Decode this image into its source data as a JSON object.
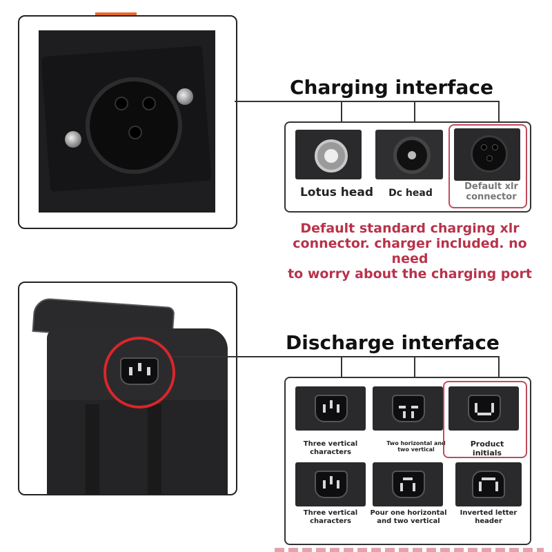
{
  "charging": {
    "heading": "Charging interface",
    "options": [
      {
        "label": "Lotus head"
      },
      {
        "label": "Dc head"
      },
      {
        "label": "Default xlr connector",
        "selected": true
      }
    ],
    "note_lines": [
      "Default standard charging xlr",
      "connector. charger included. no need",
      "to worry about the charging port"
    ]
  },
  "discharge": {
    "heading": "Discharge interface",
    "options": [
      {
        "label": "Three vertical characters"
      },
      {
        "label": "Two horizontal and two vertical"
      },
      {
        "label": "Product initials",
        "selected": true
      },
      {
        "label": "Three vertical characters"
      },
      {
        "label": "Pour one horizontal and two vertical"
      },
      {
        "label": "Inverted letter header"
      }
    ]
  },
  "colors": {
    "accent_red": "#b8324a",
    "highlight_border": "#c04a5c",
    "ring_red": "#d9262b",
    "tab_orange": "#e86a2a"
  }
}
